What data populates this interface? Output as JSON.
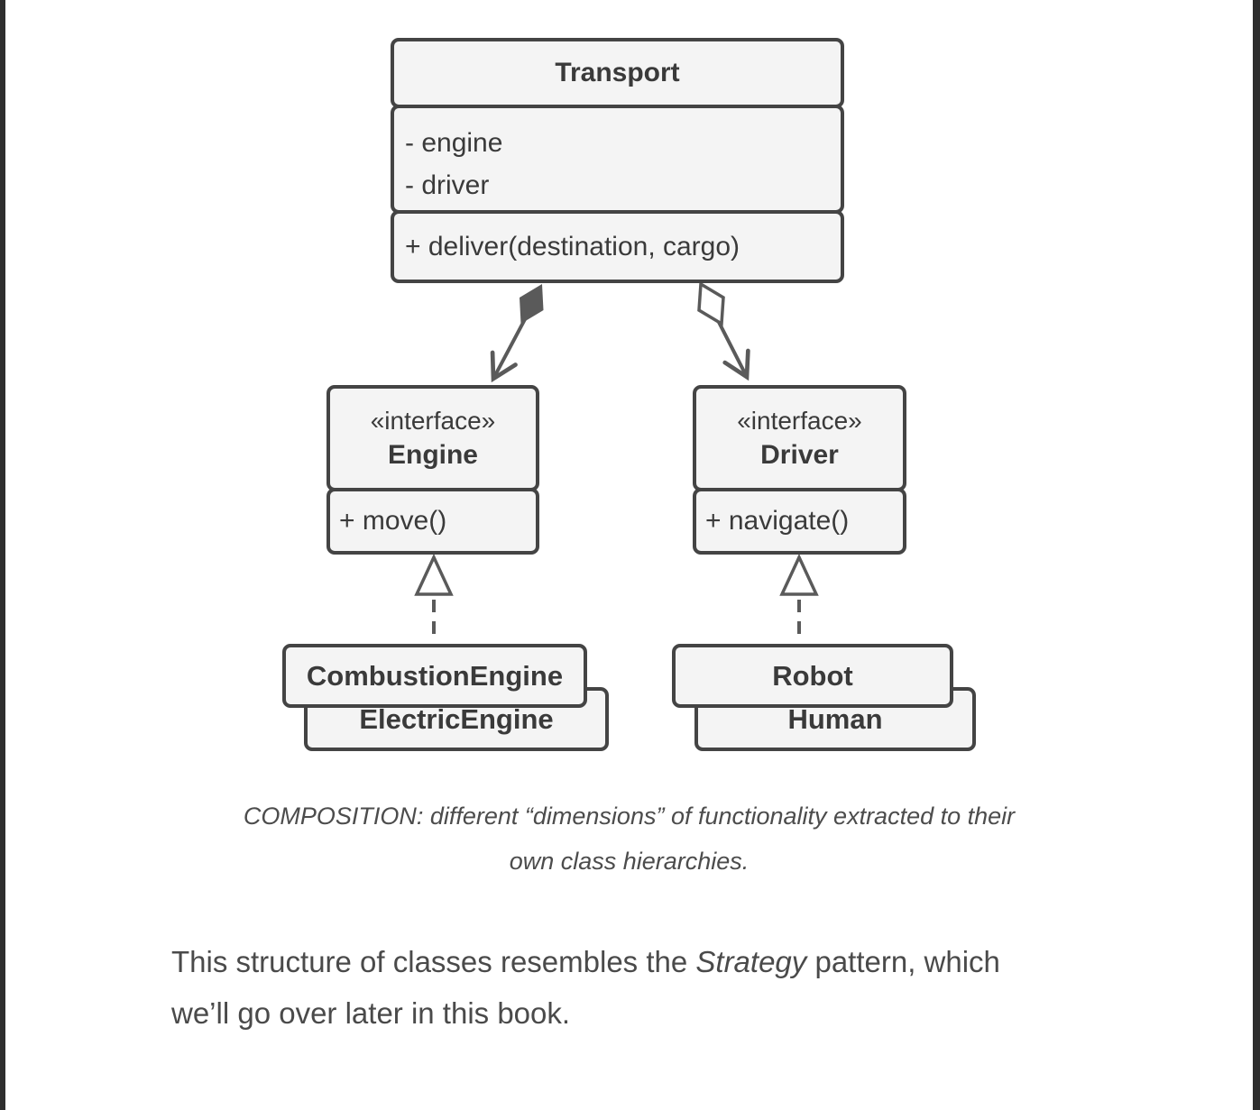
{
  "page": {
    "background_color": "#ffffff",
    "edge_bar_color": "#2e2e2e"
  },
  "diagram": {
    "colors": {
      "box_fill": "#f4f4f4",
      "box_border": "#444444",
      "box_text": "#3a3a3a",
      "connector": "#5a5a5a"
    },
    "transport": {
      "title": "Transport",
      "fields": [
        "- engine",
        "- driver"
      ],
      "methods": [
        "+ deliver(destination, cargo)"
      ]
    },
    "engine_interface": {
      "stereotype": "«interface»",
      "title": "Engine",
      "methods": [
        "+ move()"
      ]
    },
    "driver_interface": {
      "stereotype": "«interface»",
      "title": "Driver",
      "methods": [
        "+ navigate()"
      ]
    },
    "engine_implementations": {
      "front": "CombustionEngine",
      "back": "ElectricEngine"
    },
    "driver_implementations": {
      "front": "Robot",
      "back": "Human"
    },
    "relationships": [
      {
        "type": "composition",
        "from": "Transport",
        "to": "Engine"
      },
      {
        "type": "aggregation",
        "from": "Transport",
        "to": "Driver"
      },
      {
        "type": "realization",
        "from": "CombustionEngine",
        "to": "Engine"
      },
      {
        "type": "realization",
        "from": "Robot",
        "to": "Driver"
      }
    ]
  },
  "caption": {
    "line1": "COMPOSITION: different “dimensions” of functionality extracted to their",
    "line2": "own class hierarchies."
  },
  "paragraph": {
    "l1_pre": "This structure of classes resembles the ",
    "l1_italic": "Strategy",
    "l1_post": " pattern, which",
    "l2": "we’ll go over later in this book."
  }
}
